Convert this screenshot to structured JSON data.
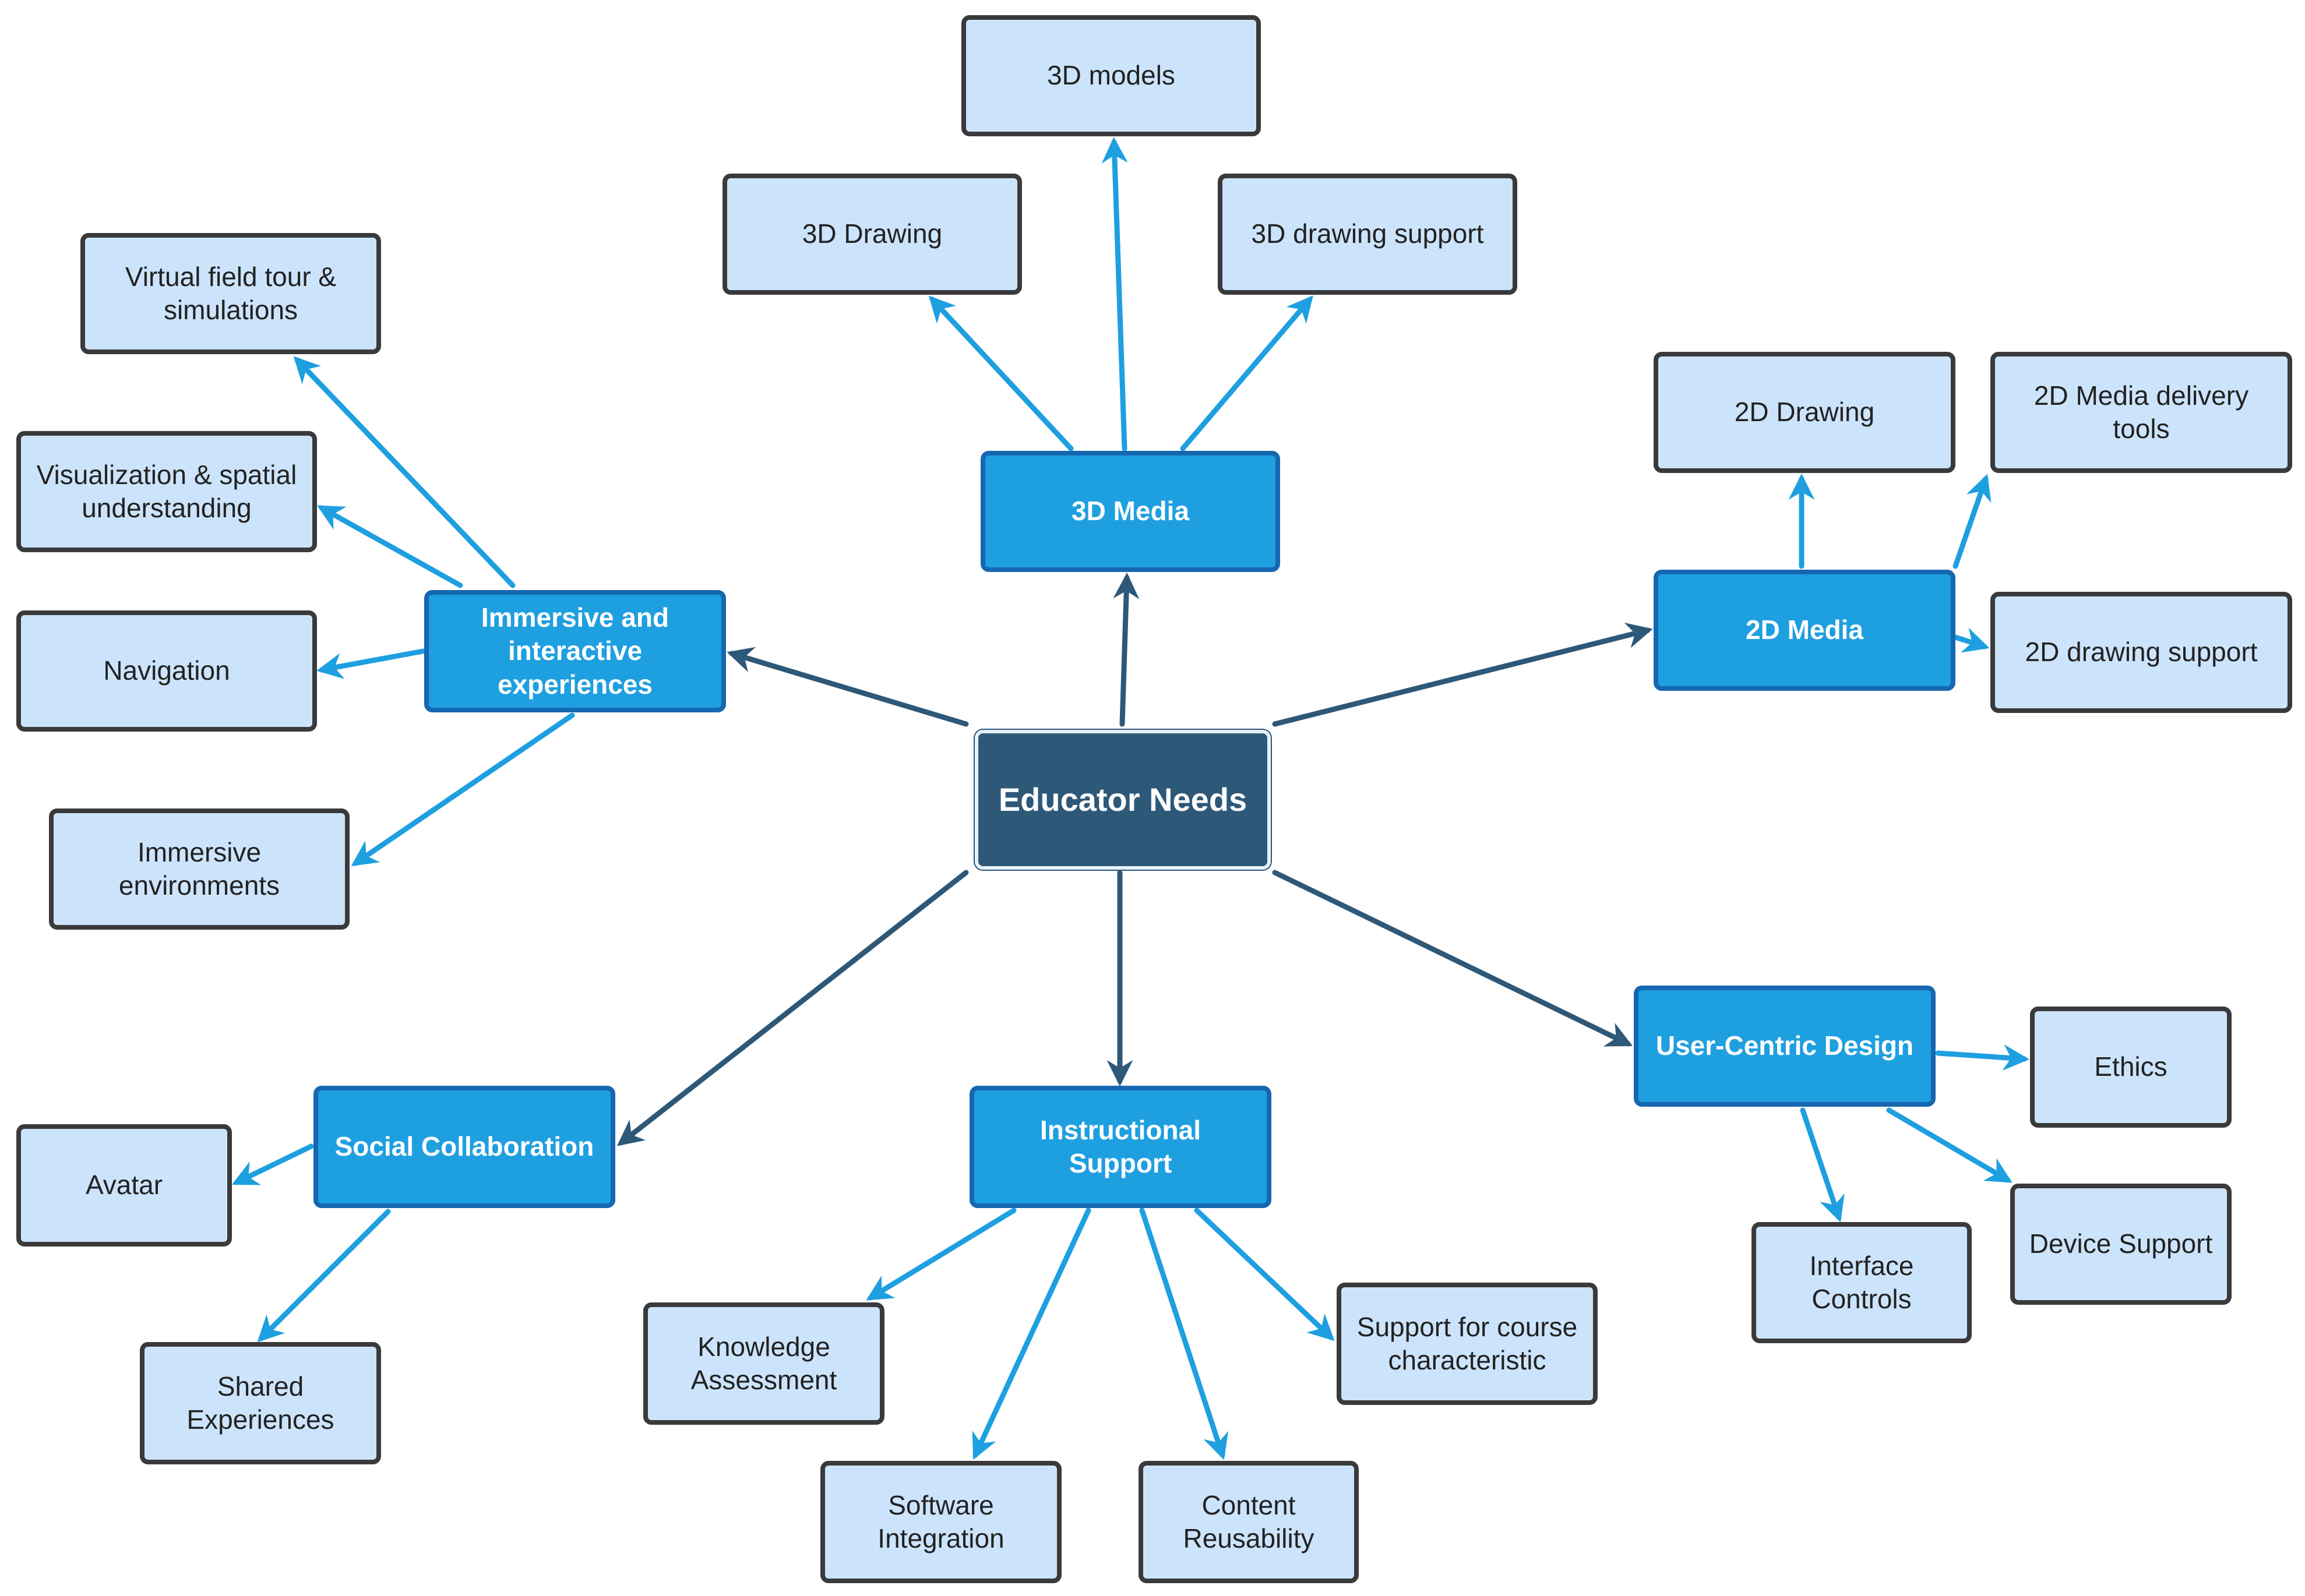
{
  "colors": {
    "root_fill": "#2e5878",
    "branch_fill": "#1e9fe0",
    "leaf_fill": "#cce4fb",
    "root_arrow": "#2e5878",
    "branch_arrow": "#1e9fe0"
  },
  "root": {
    "label": "Educator Needs"
  },
  "branches": {
    "immersive": {
      "label": "Immersive and interactive experiences",
      "leaves": [
        "Virtual field tour & simulations",
        "Visualization & spatial understanding",
        "Navigation",
        "Immersive environments"
      ]
    },
    "media3d": {
      "label": "3D Media",
      "leaves": [
        "3D Drawing",
        "3D models",
        "3D drawing support"
      ]
    },
    "media2d": {
      "label": "2D Media",
      "leaves": [
        "2D Drawing",
        "2D Media delivery tools",
        "2D drawing support"
      ]
    },
    "usercentric": {
      "label": "User-Centric Design",
      "leaves": [
        "Ethics",
        "Interface Controls",
        "Device Support"
      ]
    },
    "instructional": {
      "label": "Instructional Support",
      "leaves": [
        "Knowledge Assessment",
        "Software Integration",
        "Content Reusability",
        "Support for course characteristic"
      ]
    },
    "social": {
      "label": "Social Collaboration",
      "leaves": [
        "Avatar",
        "Shared Experiences"
      ]
    }
  }
}
